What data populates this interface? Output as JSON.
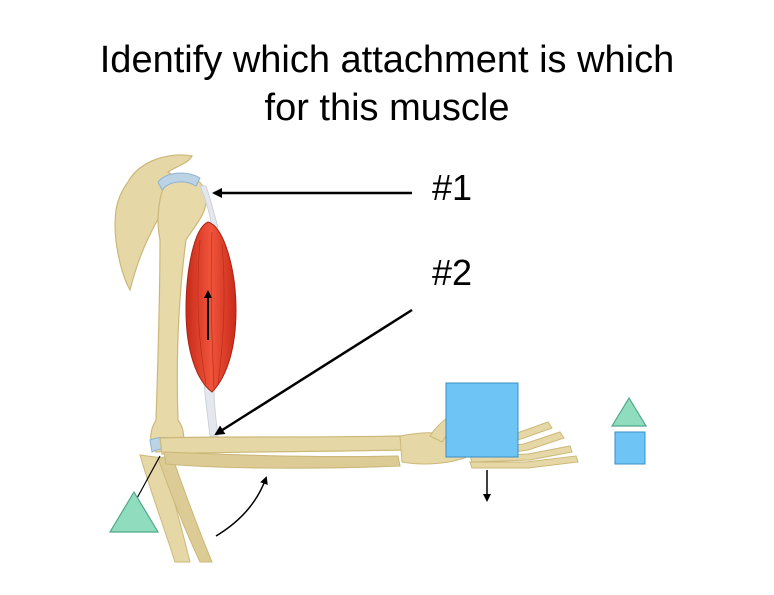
{
  "slide": {
    "title_line1": "Identify which attachment is which",
    "title_line2": "for this muscle",
    "label_1": "#1",
    "label_2": "#2"
  },
  "colors": {
    "bone": "#e6d7a6",
    "bone_shade": "#cbb879",
    "muscle": "#e8402a",
    "tendon": "#dfe3e8",
    "cartilage": "#bcd3e6",
    "load_box": "#6ec4f5",
    "triangle": "#8fdcbf",
    "arrow": "#000000"
  },
  "icons": {
    "fulcrum": "triangle-icon",
    "load": "square-icon"
  }
}
